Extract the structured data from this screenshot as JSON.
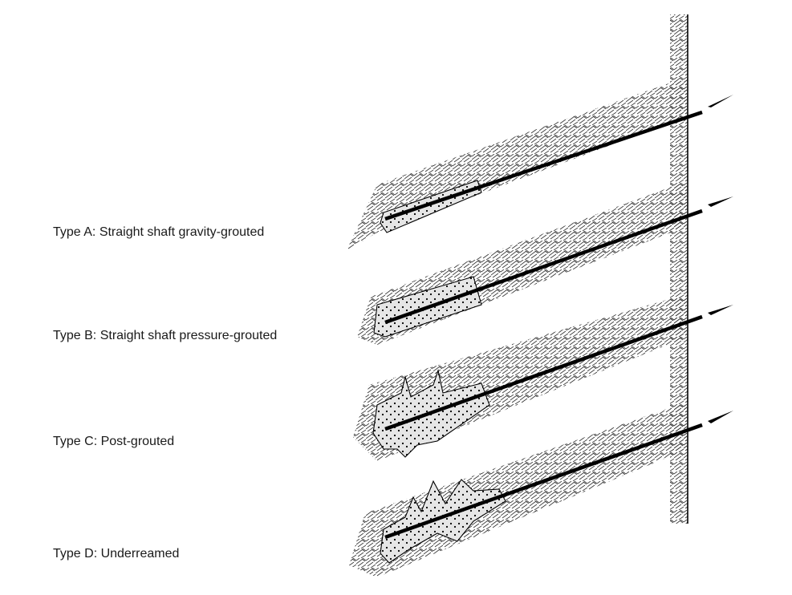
{
  "anchors": [
    {
      "id": "type-a",
      "label": "Type A:  Straight shaft gravity-grouted"
    },
    {
      "id": "type-b",
      "label": "Type B:  Straight shaft pressure-grouted"
    },
    {
      "id": "type-c",
      "label": "Type C:  Post-grouted"
    },
    {
      "id": "type-d",
      "label": "Type D:  Underreamed"
    }
  ],
  "colors": {
    "ink": "#000000",
    "grout_fill": "#e6e6e6",
    "soil_hatch": "#333333",
    "background": "#ffffff"
  }
}
